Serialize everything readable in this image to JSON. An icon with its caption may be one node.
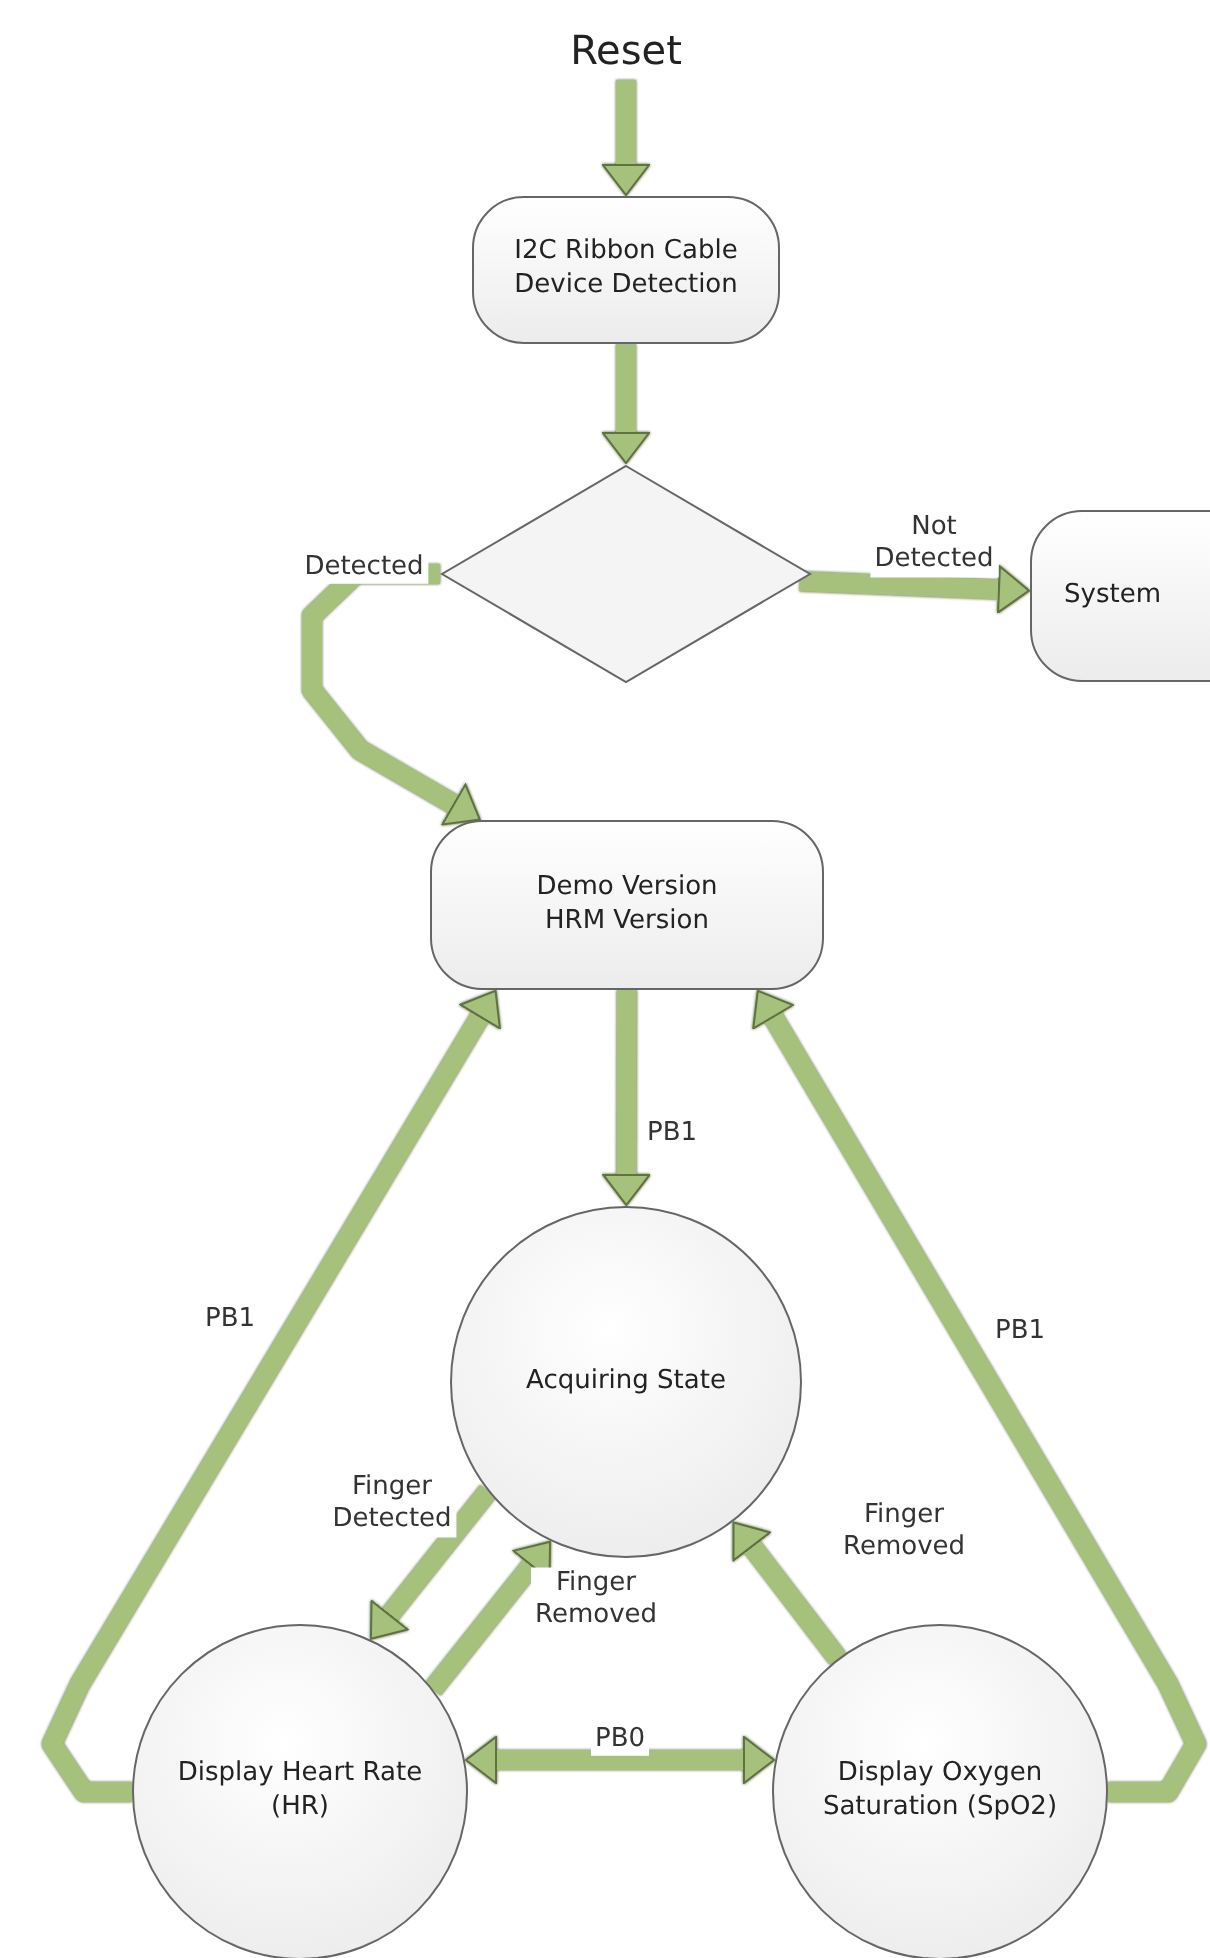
{
  "diagram": {
    "nodes": [
      {
        "text": [
          "Reset"
        ]
      },
      {
        "text": [
          "I2C Ribbon Cable Device Detection"
        ]
      },
      {
        "text": [],
        "shape": "diamond"
      },
      {
        "text": [
          "System"
        ]
      },
      {
        "text": [
          "Demo Version",
          "HRM Version"
        ]
      },
      {
        "text": [
          "Acquiring State"
        ]
      },
      {
        "text": [
          "Display Heart Rate (HR)"
        ]
      },
      {
        "text": [
          "Display Oxygen Saturation (SpO2)"
        ]
      }
    ],
    "edges": [
      {
        "from": 0,
        "to": 1,
        "arrow": "to"
      },
      {
        "from": 1,
        "to": 2,
        "arrow": "to"
      },
      {
        "from": 2,
        "to": 3,
        "arrow": "to",
        "label": "Not Detected"
      },
      {
        "from": 2,
        "to": 4,
        "arrow": "to",
        "label": "Detected"
      },
      {
        "from": 4,
        "to": 5,
        "arrow": "to",
        "label": "PB1"
      },
      {
        "from": 5,
        "to": 6,
        "arrow": "to",
        "label": "Finger Detected"
      },
      {
        "from": 6,
        "to": 5,
        "arrow": "to",
        "label": "Finger Removed"
      },
      {
        "from": 7,
        "to": 5,
        "arrow": "to",
        "label": "Finger Removed"
      },
      {
        "from": 6,
        "to": 7,
        "arrow": "both",
        "label": "PB0"
      },
      {
        "from": 6,
        "to": 4,
        "arrow": "to",
        "label": "PB1"
      },
      {
        "from": 7,
        "to": 4,
        "arrow": "to",
        "label": "PB1"
      }
    ]
  }
}
